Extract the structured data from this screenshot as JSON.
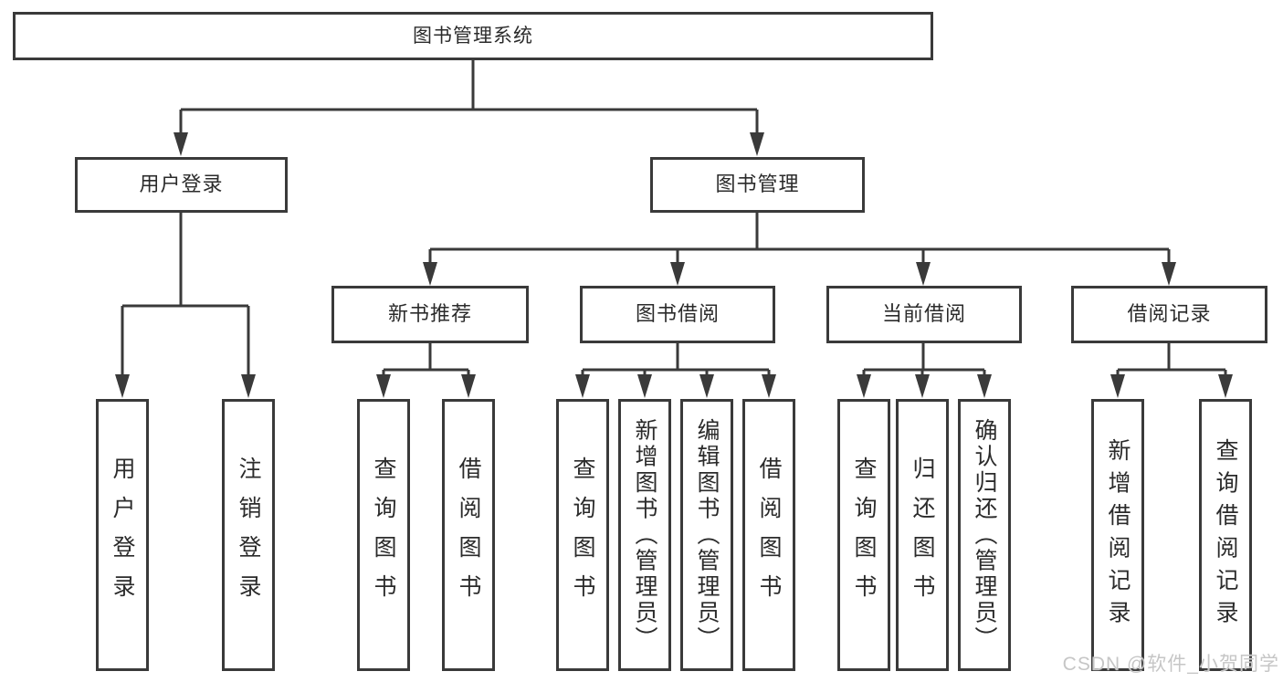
{
  "diagram": {
    "title_node": {
      "label": "图书管理系统"
    },
    "level2": [
      {
        "id": "user-login",
        "label": "用户登录"
      },
      {
        "id": "book-management",
        "label": "图书管理"
      }
    ],
    "level3": [
      {
        "id": "new-book-recommend",
        "label": "新书推荐"
      },
      {
        "id": "book-borrow",
        "label": "图书借阅"
      },
      {
        "id": "current-borrow",
        "label": "当前借阅"
      },
      {
        "id": "borrow-record",
        "label": "借阅记录"
      }
    ],
    "leaves": {
      "user_login": [
        "用户登录",
        "注销登录"
      ],
      "new_book": [
        "查询图书",
        "借阅图书"
      ],
      "book_borrow": [
        "查询图书",
        "新增图书（管理员）",
        "编辑图书（管理员）",
        "借阅图书"
      ],
      "current_borrow": [
        "查询图书",
        "归还图书",
        "确认归还（管理员）"
      ],
      "borrow_record": [
        "新增借阅记录",
        "查询借阅记录"
      ]
    }
  },
  "colors": {
    "line": "#3a3a3a",
    "box_border": "#3a3a3a",
    "text": "#2b2b2b",
    "background": "#ffffff",
    "watermark": "#c6c6c6"
  },
  "watermark": {
    "text": "CSDN @软件_小贺同学"
  }
}
